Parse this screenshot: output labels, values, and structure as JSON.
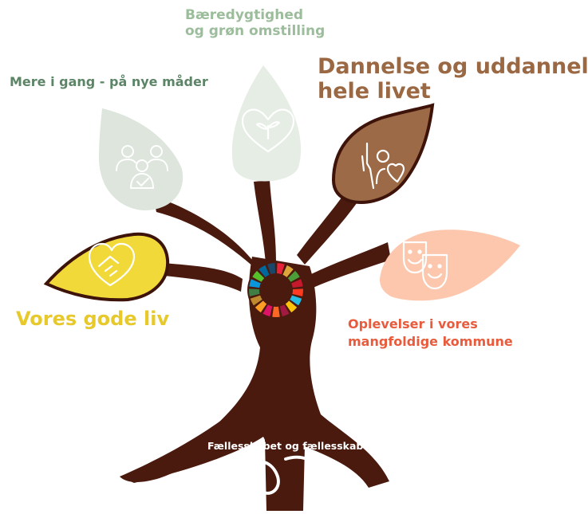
{
  "colors": {
    "trunk": "#4a1a0e",
    "leaf_sustainability": "#e6ede5",
    "leaf_movement": "#dde5dd",
    "leaf_education": "#9c6a46",
    "leaf_experiences": "#fcc7ad",
    "leaf_good_life": "#f2d93a",
    "label_sustainability": "#9cbd9b",
    "label_education": "#9a6843",
    "label_movement": "#5c8466",
    "label_good_life": "#e7c92b",
    "label_experiences": "#e85b3c"
  },
  "sdg_wheel_colors": [
    "#e5243b",
    "#dda63a",
    "#4c9f38",
    "#c5192d",
    "#ff3a21",
    "#26bde2",
    "#fcc30b",
    "#a21942",
    "#fd6925",
    "#dd1367",
    "#fd9d24",
    "#bf8b2e",
    "#3f7e44",
    "#0a97d9",
    "#56c02b",
    "#00689d",
    "#19486a"
  ],
  "labels": {
    "sustainability_line1": "Bæredygtighed",
    "sustainability_line2": "og grøn omstilling",
    "education_line1": "Dannelse og uddannelse",
    "education_line2": "hele livet",
    "movement": "Mere i gang - på nye måder",
    "good_life": "Vores gode liv",
    "experiences_line1": "Oplevelser i vores",
    "experiences_line2": "mangfoldige kommune",
    "community": "Fællesskabet og fællesskaber"
  },
  "icons": {
    "sustainability": "heart-sprout-icon",
    "movement": "people-group-check-icon",
    "education": "raised-hand-heart-icon",
    "experiences": "theater-masks-icon",
    "good_life": "heart-handshake-icon",
    "center": "sdg-wheel-icon"
  }
}
